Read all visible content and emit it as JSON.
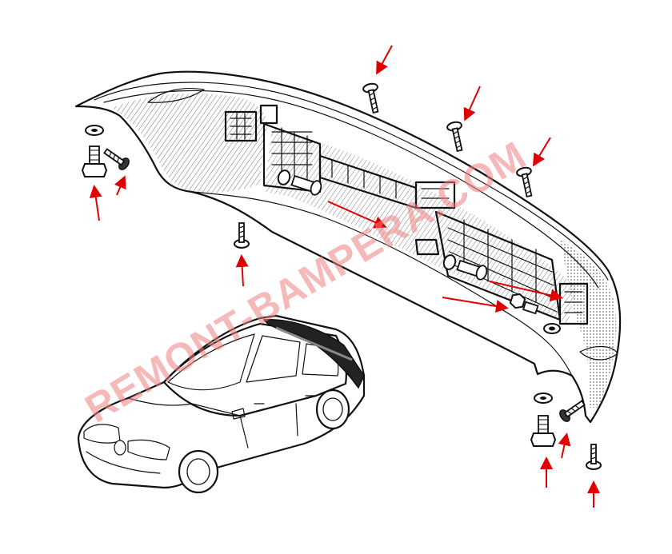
{
  "watermark": {
    "text": "REMONT-BAMPERA.COM",
    "color": "#f08080"
  },
  "colors": {
    "line": "#111111",
    "arrow": "#e00000",
    "background": "#ffffff"
  },
  "icons": [
    "bumper-cover",
    "bolt-icon",
    "screw-icon",
    "washer-icon",
    "arrow-icon",
    "hatchback-car"
  ]
}
